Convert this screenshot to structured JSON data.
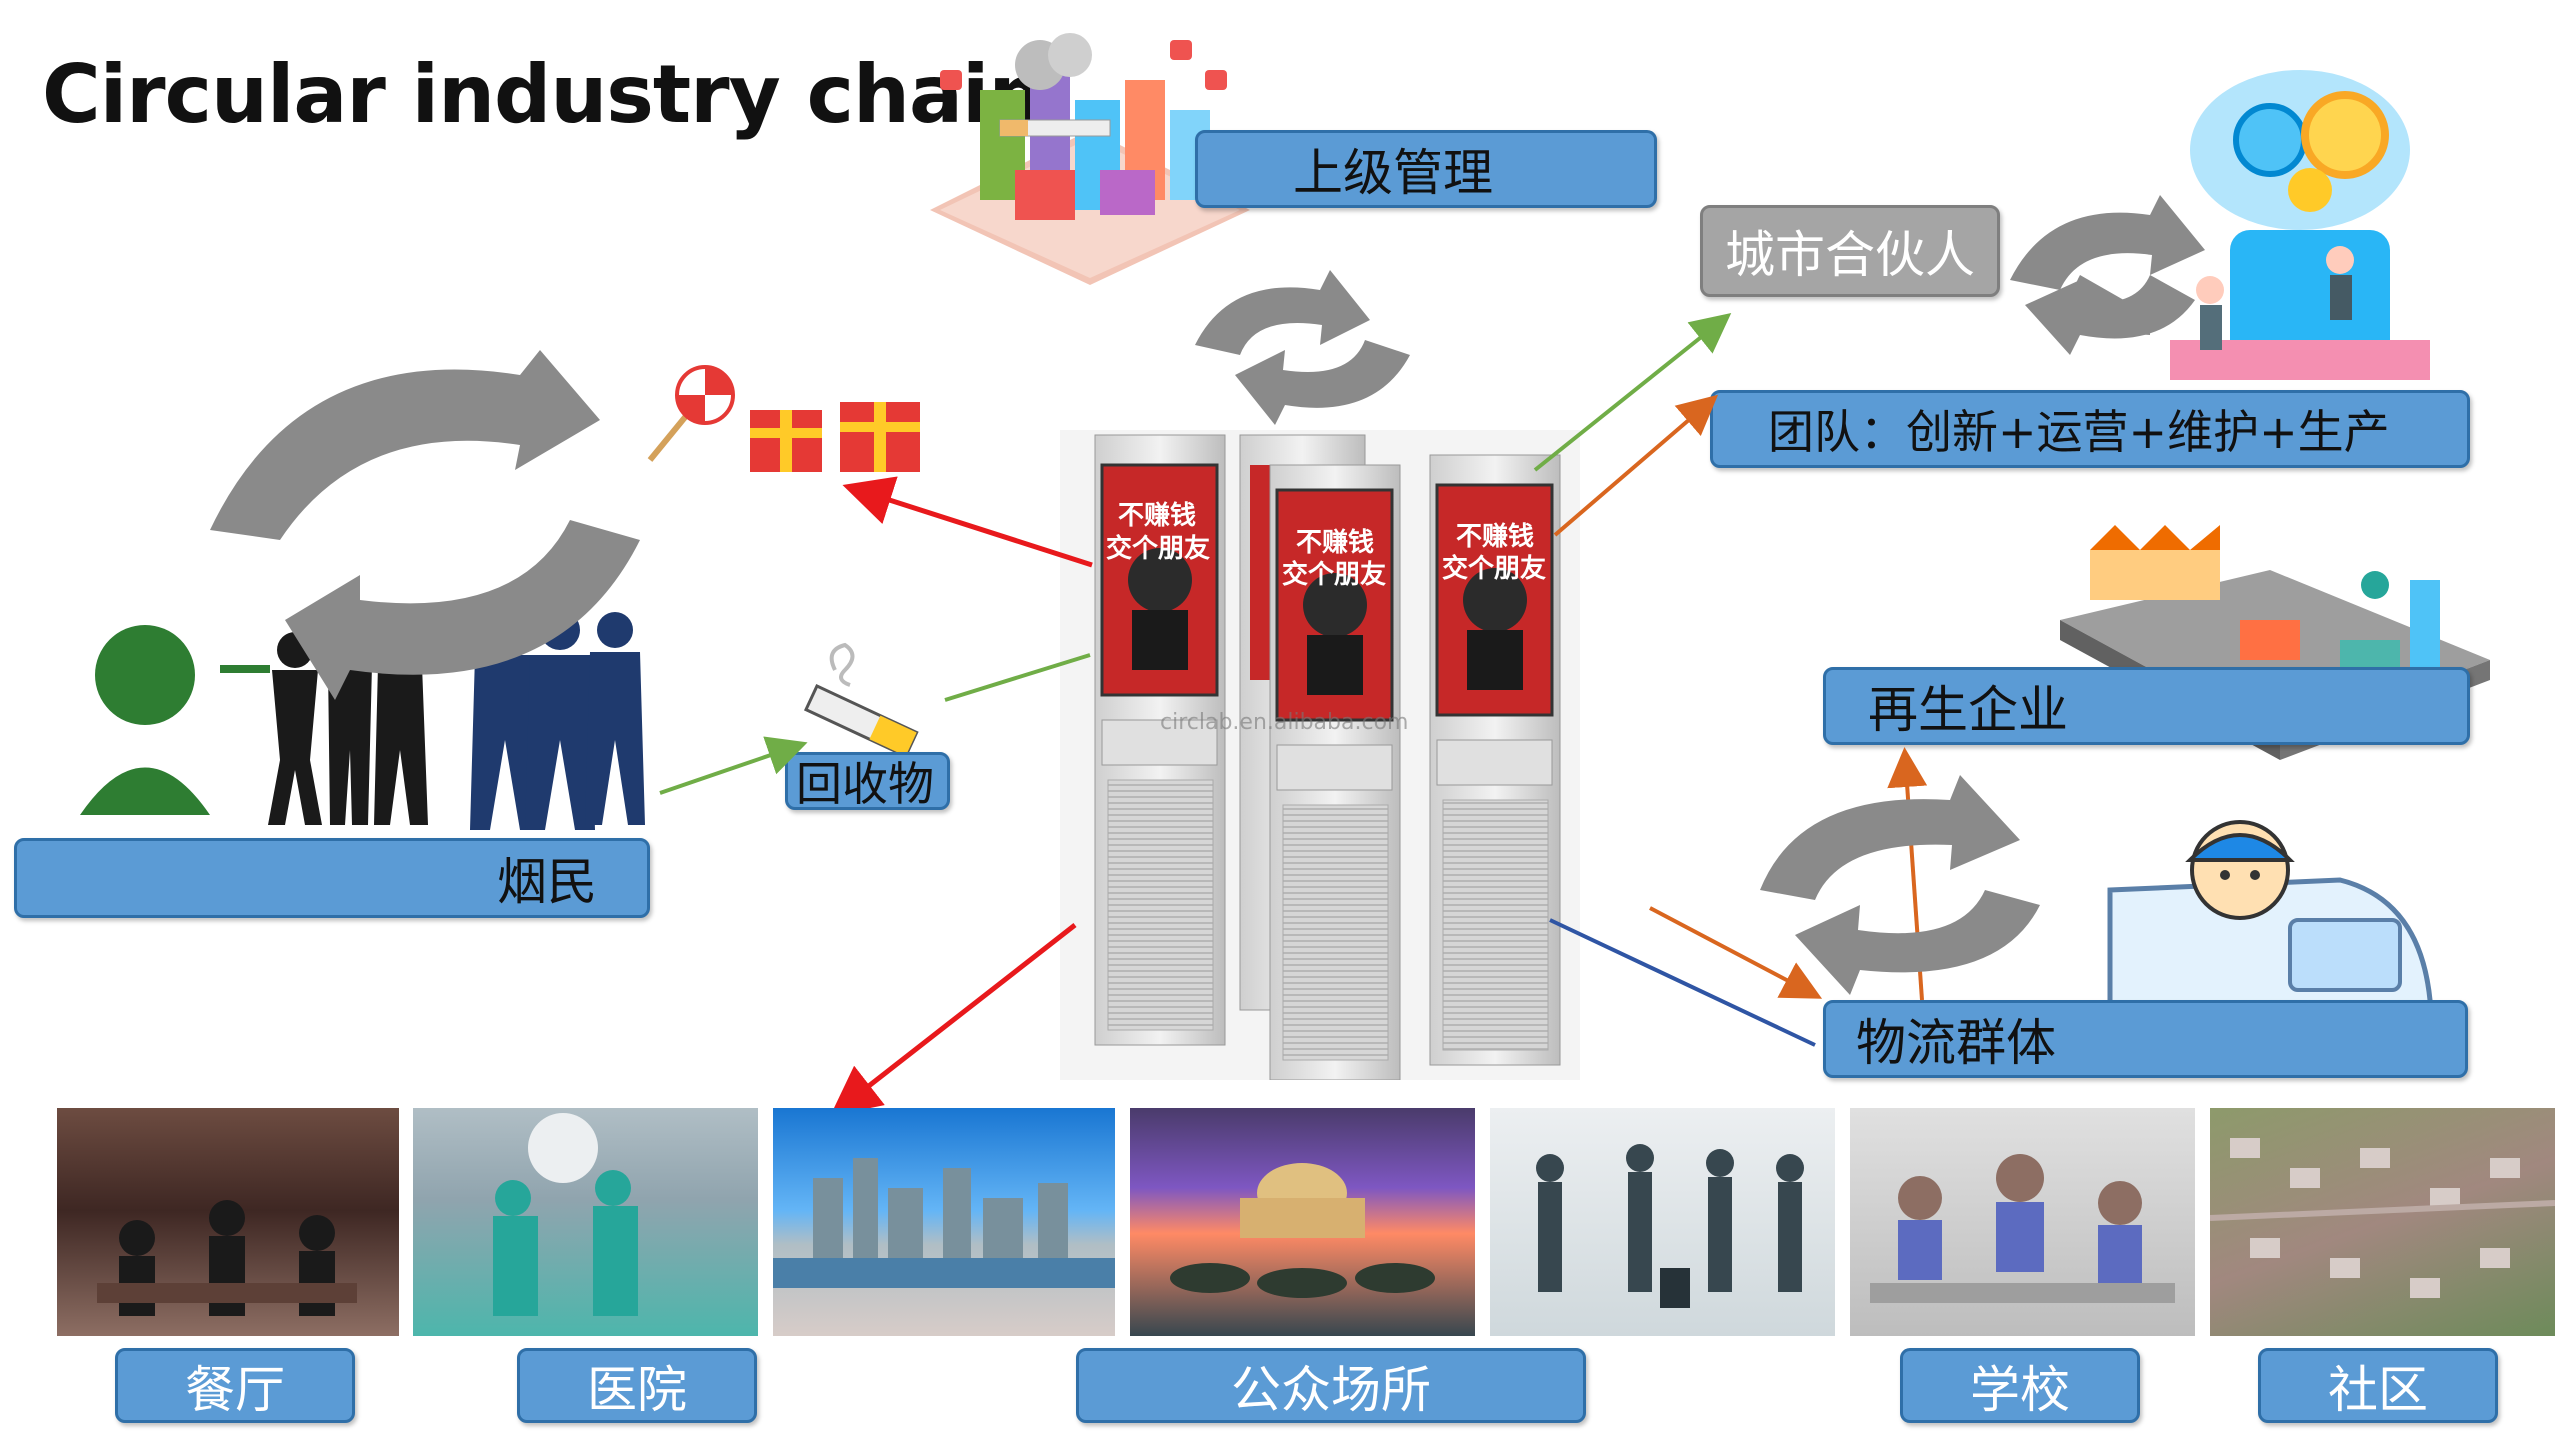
{
  "title": "Circular industry chain",
  "labels": {
    "management": "上级管理",
    "city_partner": "城市合伙人",
    "team": "团队：创新+运营+维护+生产",
    "recycle_enterprise": "再生企业",
    "logistics": "物流群体",
    "smokers": "烟民",
    "recyclables": "回收物"
  },
  "venues": [
    {
      "label": "餐厅"
    },
    {
      "label": "医院"
    },
    {
      "label": "公众场所"
    },
    {
      "label": "学校"
    },
    {
      "label": "社区"
    }
  ],
  "kiosk": {
    "headline_1": "不赚钱",
    "headline_2": "交个朋友",
    "watermark": "circlab.en.alibaba.com"
  },
  "colors": {
    "box_blue": "#5b9bd5",
    "box_gray": "#a5a5a5",
    "arrow_red": "#e8191c",
    "arrow_green": "#70ad47",
    "arrow_orange": "#d9661f",
    "arrow_blue": "#2f55a4",
    "cycle_gray": "#8a8a8a"
  }
}
